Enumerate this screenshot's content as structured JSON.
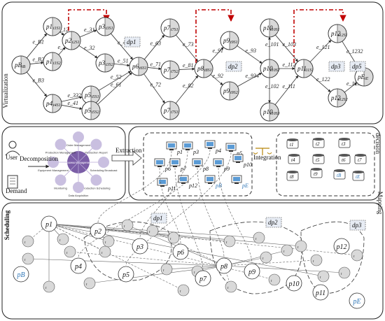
{
  "top_graph": {
    "nodes": [
      {
        "main": "p",
        "sub": "B",
        "sec": "t",
        "ssub": "B"
      },
      {
        "main": "p",
        "sub": "1",
        "sec": "t",
        "ssub": "1S1"
      },
      {
        "main": "p",
        "sub": "1",
        "sec": "t",
        "ssub": "1S2"
      },
      {
        "main": "p",
        "sub": "2",
        "sec": "t",
        "ssub": "2S1"
      },
      {
        "main": "p",
        "sub": "3",
        "sec": "t",
        "ssub": "3S1"
      },
      {
        "main": "p",
        "sub": "3",
        "sec": "t",
        "ssub": "3S2"
      },
      {
        "main": "p",
        "sub": "4",
        "sec": "t",
        "ssub": "4S1"
      },
      {
        "main": "p",
        "sub": "5",
        "sec": "t",
        "ssub": "5S1"
      },
      {
        "main": "p",
        "sub": "5",
        "sec": "t",
        "ssub": "5S2"
      },
      {
        "main": "p",
        "sub": "6",
        "sec": "t",
        "ssub": "6S1"
      },
      {
        "main": "p",
        "sub": "7",
        "sec": "t",
        "ssub": "7S1"
      },
      {
        "main": "p",
        "sub": "7",
        "sec": "t",
        "ssub": "7S2"
      },
      {
        "main": "p",
        "sub": "7",
        "sec": "t",
        "ssub": "7S3"
      },
      {
        "main": "p",
        "sub": "8",
        "sec": "t",
        "ssub": "8S1"
      },
      {
        "main": "p",
        "sub": "9",
        "sec": "t",
        "ssub": "9S1"
      },
      {
        "main": "p",
        "sub": "9",
        "sec": "t",
        "ssub": "9S2"
      },
      {
        "main": "p",
        "sub": "10",
        "sec": "t",
        "ssub": "10S1"
      },
      {
        "main": "p",
        "sub": "10",
        "sec": "t",
        "ssub": "10S2"
      },
      {
        "main": "p",
        "sub": "10",
        "sec": "t",
        "ssub": "10S3"
      },
      {
        "main": "p",
        "sub": "11",
        "sec": "t",
        "ssub": "11S1"
      },
      {
        "main": "p",
        "sub": "12",
        "sec": "t",
        "ssub": "12S1"
      },
      {
        "main": "p",
        "sub": "12",
        "sec": "t",
        "ssub": "12S2"
      },
      {
        "main": "p",
        "sub": "E",
        "sec": "t",
        "ssub": "E"
      }
    ],
    "decision_points": [
      "dp1",
      "dp2",
      "dp3",
      "dp5"
    ],
    "edge_labels": [
      "e_B1",
      "e_B2",
      "e_B3",
      "e_12",
      "e_21",
      "e_31",
      "e_32",
      "e_332",
      "e_41",
      "e_42",
      "e_51",
      "e_52",
      "e_61",
      "e_63",
      "e_71",
      "e_72",
      "e_73",
      "e_81",
      "e_82",
      "e_91",
      "e_92",
      "e_93",
      "e_934",
      "e_101",
      "e_102",
      "e_103",
      "e_111",
      "e_112",
      "e_121",
      "e_122",
      "e_1232",
      "e_123"
    ]
  },
  "side_labels": {
    "virtualization": "Virtualization",
    "scheduling": "Scheduling",
    "decision": "decision",
    "mapping": "Mapping",
    "extraction": "Extraction",
    "integration": "Integration",
    "user": "User",
    "demand": "Demand",
    "decomposition": "Decomposition"
  },
  "hub": {
    "center": "Process Management",
    "modules": [
      "Order Management",
      "Production Report",
      "Scheduling Broadcast",
      "Production Scheduling",
      "Data Acquisition",
      "Monitoring",
      "Equipment Management",
      "Production Management"
    ]
  },
  "computers": [
    "p1",
    "p3",
    "p4",
    "p5",
    "p6",
    "p7",
    "p8",
    "p9",
    "p10",
    "p11",
    "p12",
    "pB",
    "pE"
  ],
  "tasks": [
    "t1",
    "t2",
    "t3",
    "t4",
    "t5",
    "t6",
    "t7",
    "t8",
    "t9",
    "tB",
    "tE"
  ],
  "scheduling_labels": [
    "p1",
    "p2",
    "p3",
    "p4",
    "p5",
    "p6",
    "p7",
    "p8",
    "p9",
    "p10",
    "p11",
    "p12",
    "pB",
    "pE",
    "dp1",
    "dp2",
    "dp3",
    "dp5"
  ],
  "colors": {
    "dash_red": "#c00000",
    "blue_text": "#2e75b6",
    "node_gray": "#d9d9d9",
    "hub_purple": "#7b5ea7",
    "hub_light": "#c9bfe0"
  }
}
